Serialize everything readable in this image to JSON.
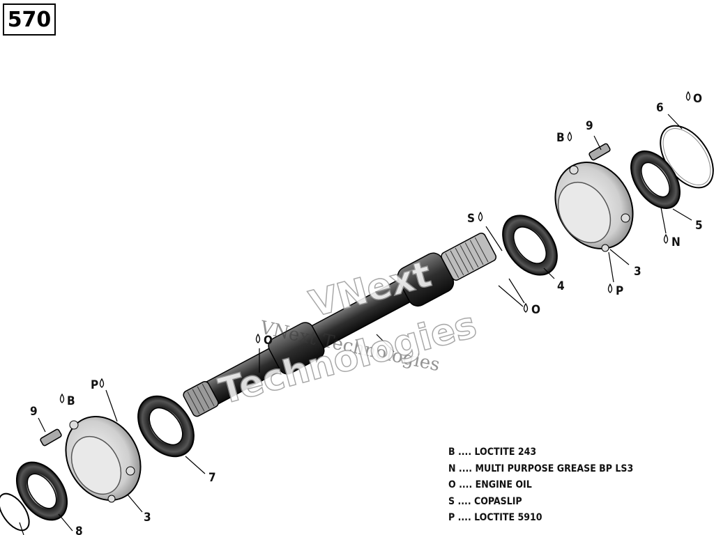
{
  "page_number": "570",
  "callouts": {
    "c9_top": "9",
    "c6": "6",
    "c5": "5",
    "c3_top": "3",
    "c4": "4",
    "c7": "7",
    "c3_bottom": "3",
    "c9_bottom": "9",
    "c8": "8"
  },
  "lubricant_marks": {
    "b_top": "B",
    "o_top": "O",
    "s_mid": "S",
    "n_right": "N",
    "p_right": "P",
    "o_mid": "O",
    "o_shaft": "O",
    "p_left": "P",
    "b_left": "B"
  },
  "watermark": {
    "line1": "VNext Technologies",
    "line2a": "VNext",
    "line2b": "Technologies"
  },
  "legend": [
    {
      "code": "B",
      "text": "LOCTITE 243"
    },
    {
      "code": "N",
      "text": "MULTI PURPOSE GREASE BP LS3"
    },
    {
      "code": "O",
      "text": "ENGINE OIL"
    },
    {
      "code": "S",
      "text": "COPASLIP"
    },
    {
      "code": "P",
      "text": "LOCTITE 5910"
    }
  ]
}
